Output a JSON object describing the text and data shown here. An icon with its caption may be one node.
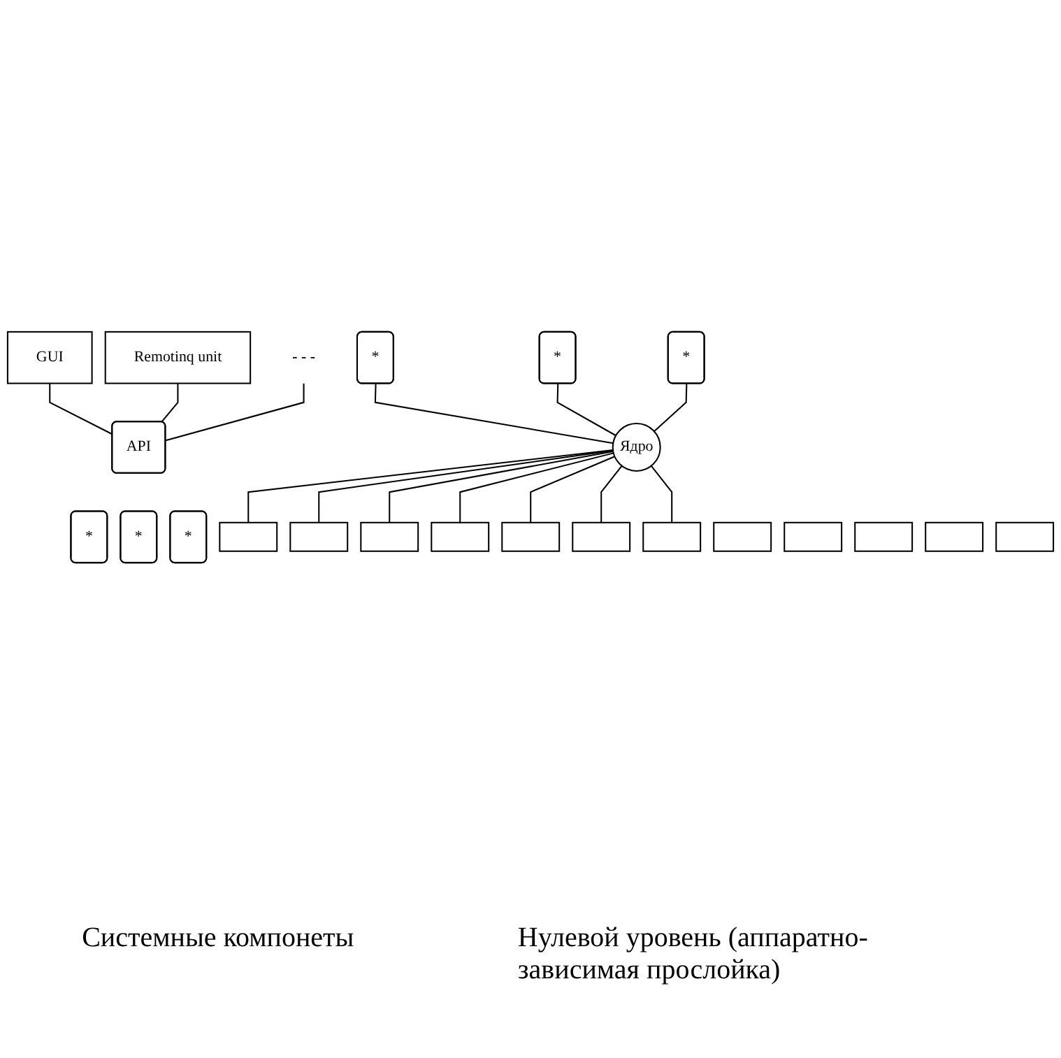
{
  "diagram": {
    "nodes": [
      {
        "text": [
          "GUI"
        ]
      },
      {
        "text": [
          "Remotinq unit"
        ]
      },
      {
        "text": [
          "- - -"
        ]
      },
      {
        "text": [
          "API"
        ]
      },
      {
        "text": [
          "*"
        ]
      },
      {
        "text": [
          "*"
        ]
      },
      {
        "text": [
          "*"
        ]
      },
      {
        "text": [
          "*"
        ]
      },
      {
        "text": [
          "*"
        ]
      },
      {
        "text": [
          "*"
        ]
      },
      {
        "text": [
          "Ядро"
        ]
      },
      {
        "text": [],
        "shape": "box"
      },
      {
        "text": [],
        "shape": "box"
      },
      {
        "text": [],
        "shape": "box"
      },
      {
        "text": [],
        "shape": "box"
      },
      {
        "text": [],
        "shape": "box"
      },
      {
        "text": [],
        "shape": "box"
      },
      {
        "text": [],
        "shape": "box"
      },
      {
        "text": [],
        "shape": "box"
      },
      {
        "text": [],
        "shape": "box"
      },
      {
        "text": [],
        "shape": "box"
      },
      {
        "text": [],
        "shape": "box"
      },
      {
        "text": [],
        "shape": "box"
      }
    ],
    "edges": [
      {
        "from": 0,
        "to": 3,
        "arrow": "none"
      },
      {
        "from": 1,
        "to": 3,
        "arrow": "none"
      },
      {
        "from": 2,
        "to": 3,
        "arrow": "none"
      },
      {
        "from": 5,
        "to": 10,
        "arrow": "none"
      },
      {
        "from": 6,
        "to": 10,
        "arrow": "none"
      },
      {
        "from": 7,
        "to": 10,
        "arrow": "none"
      },
      {
        "from": 10,
        "to": 11,
        "arrow": "none"
      },
      {
        "from": 10,
        "to": 13,
        "arrow": "none"
      },
      {
        "from": 10,
        "to": 15,
        "arrow": "none"
      },
      {
        "from": 10,
        "to": 16,
        "arrow": "none"
      },
      {
        "from": 10,
        "to": 17,
        "arrow": "none"
      },
      {
        "from": 10,
        "to": 18,
        "arrow": "none"
      },
      {
        "from": 10,
        "to": 22,
        "arrow": "none"
      }
    ],
    "labels": [
      "Системные компонеты",
      "Нулевой уровень (аппаратно-зависимая прослойка)"
    ]
  }
}
